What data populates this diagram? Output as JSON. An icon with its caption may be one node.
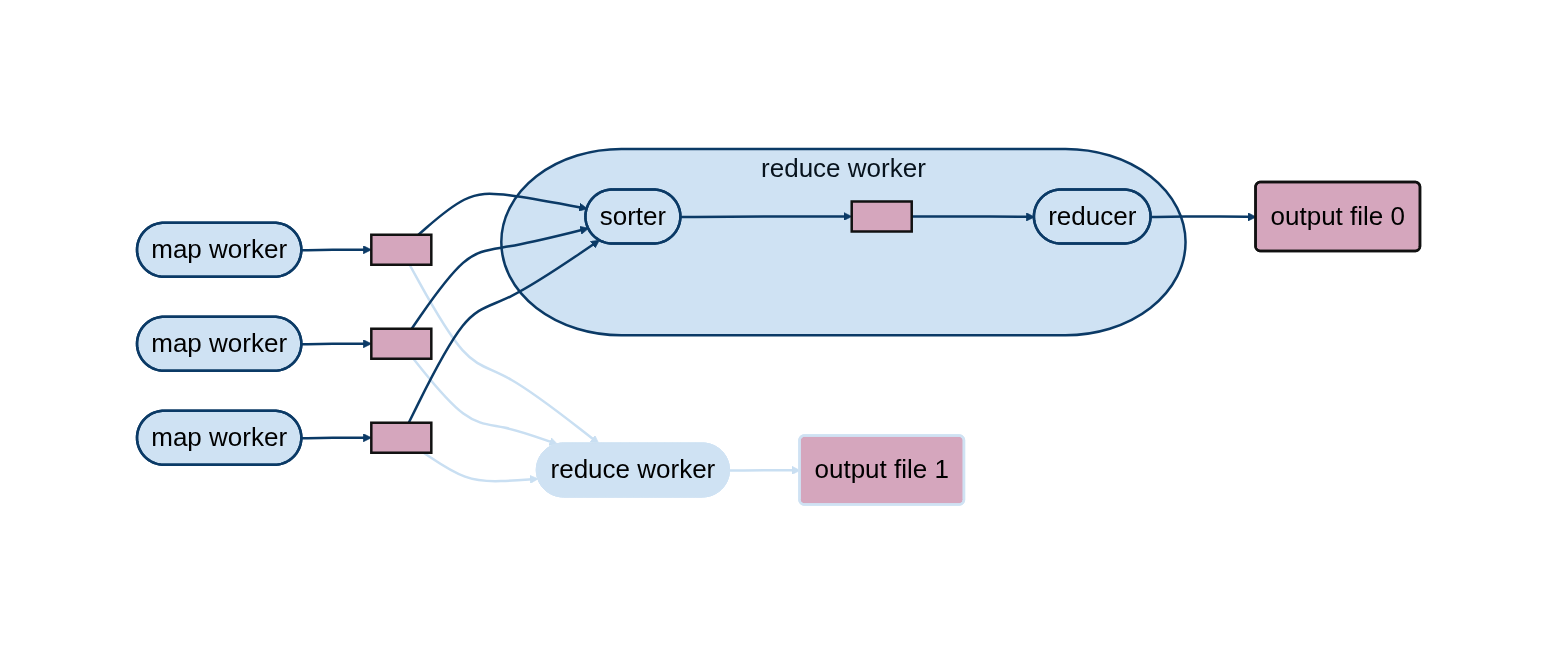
{
  "diagram": {
    "nodes": [
      {
        "text": [
          "map worker"
        ]
      },
      {
        "text": [],
        "shape": "box"
      },
      {
        "text": [
          "reduce worker"
        ]
      },
      {
        "text": [
          "sorter"
        ],
        "in": 2
      },
      {
        "text": [],
        "shape": "box",
        "in": 2
      },
      {
        "text": [
          "reducer"
        ],
        "in": 2
      },
      {
        "text": [
          "output file 0"
        ]
      },
      {
        "text": [
          "map worker"
        ]
      },
      {
        "text": [],
        "shape": "box"
      },
      {
        "text": [
          "reduce worker"
        ]
      },
      {
        "text": [
          "output file 1"
        ]
      },
      {
        "text": [
          "map worker"
        ]
      },
      {
        "text": [],
        "shape": "box"
      }
    ],
    "edges": [
      {
        "from": 0,
        "to": 1,
        "arrow": "to"
      },
      {
        "from": 1,
        "to": 3,
        "arrow": "to"
      },
      {
        "from": 1,
        "to": 9,
        "arrow": "to",
        "color": "#c9dff2"
      },
      {
        "from": 7,
        "to": 8,
        "arrow": "to"
      },
      {
        "from": 8,
        "to": 3,
        "arrow": "to"
      },
      {
        "from": 8,
        "to": 9,
        "arrow": "to",
        "color": "#c9dff2"
      },
      {
        "from": 11,
        "to": 12,
        "arrow": "to"
      },
      {
        "from": 12,
        "to": 3,
        "arrow": "to"
      },
      {
        "from": 12,
        "to": 9,
        "arrow": "to",
        "color": "#c9dff2"
      },
      {
        "from": 3,
        "to": 4,
        "arrow": "to"
      },
      {
        "from": 4,
        "to": 5,
        "arrow": "to"
      },
      {
        "from": 5,
        "to": 6,
        "arrow": "to"
      },
      {
        "from": 9,
        "to": 10,
        "arrow": "to",
        "color": "#c9dff2"
      }
    ]
  }
}
